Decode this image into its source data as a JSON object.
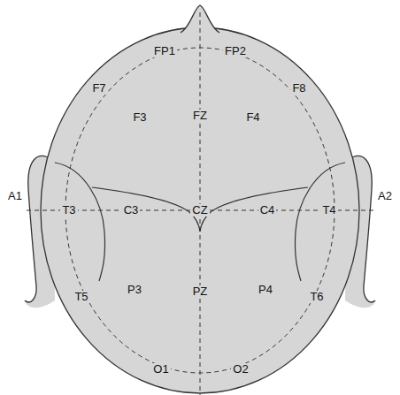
{
  "diagram": {
    "labels": [
      "FP1",
      "FP2",
      "F7",
      "F3",
      "FZ",
      "F4",
      "F8",
      "A1",
      "T3",
      "C3",
      "CZ",
      "C4",
      "T4",
      "A2",
      "T5",
      "P3",
      "PZ",
      "P4",
      "T6",
      "O1",
      "O2"
    ]
  }
}
